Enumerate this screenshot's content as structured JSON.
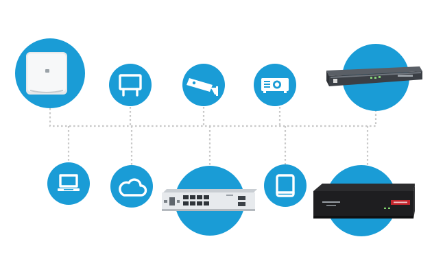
{
  "nodes": [
    {
      "id": "access-point",
      "icon": "wireless-access-point-icon"
    },
    {
      "id": "digital-signage",
      "icon": "billboard-display-icon"
    },
    {
      "id": "security-camera",
      "icon": "security-camera-icon"
    },
    {
      "id": "projector",
      "icon": "projector-icon"
    },
    {
      "id": "router",
      "icon": "router-appliance-icon"
    },
    {
      "id": "laptop",
      "icon": "laptop-icon"
    },
    {
      "id": "cloud",
      "icon": "cloud-icon"
    },
    {
      "id": "switch",
      "icon": "network-switch-icon"
    },
    {
      "id": "tablet",
      "icon": "tablet-icon"
    },
    {
      "id": "firewall",
      "icon": "firewall-appliance-icon"
    }
  ],
  "colors": {
    "circle": "#1a9cd6",
    "connector": "#c8c8c8",
    "background": "#ffffff"
  }
}
